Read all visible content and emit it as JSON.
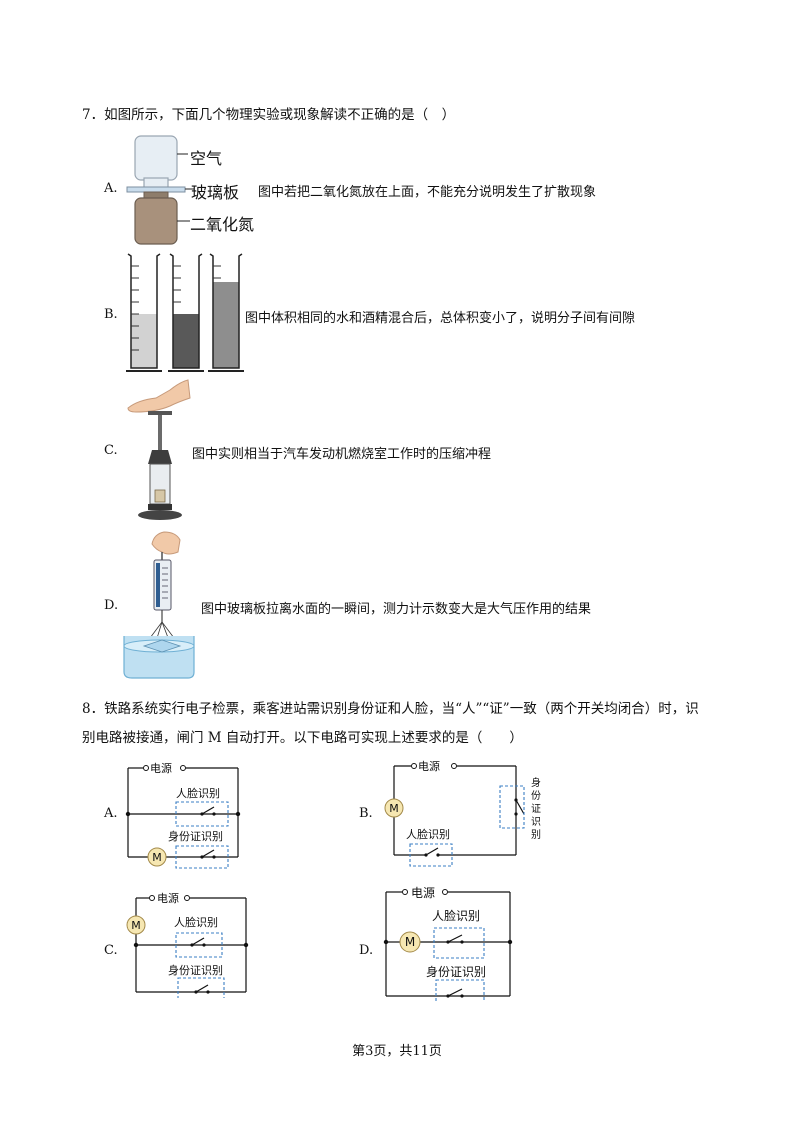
{
  "q7": {
    "stem": "7．如图所示，下面几个物理实验或现象解读不正确的是（　）",
    "options": [
      {
        "letter": "A.",
        "text": "图中若把二氧化氮放在上面，不能充分说明发生了扩散现象"
      },
      {
        "letter": "B.",
        "text": "图中体积相同的水和酒精混合后，总体积变小了，说明分子间有间隙"
      },
      {
        "letter": "C.",
        "text": "图中实则相当于汽车发动机燃烧室工作时的压缩冲程"
      },
      {
        "letter": "D.",
        "text": "图中玻璃板拉离水面的一瞬间，测力计示数变大是大气压作用的结果"
      }
    ],
    "figA_labels": {
      "air": "空气",
      "glass": "玻璃板",
      "no2": "二氧化氮"
    }
  },
  "q8": {
    "stem_line1": "8．铁路系统实行电子检票，乘客进站需识别身份证和人脸，当“人”“证”一致（两个开关均闭合）时，识",
    "stem_line2": "别电路被接通，闸门 M 自动打开。以下电路可实现上述要求的是（　　）",
    "options": [
      "A.",
      "B.",
      "C.",
      "D."
    ],
    "circuit_labels": {
      "power": "电源",
      "face": "人脸识别",
      "id": "身份证识别",
      "motor": "M"
    },
    "b_vertical_label": [
      "身",
      "份",
      "证",
      "识",
      "别"
    ]
  },
  "footer": "第3页，共11页"
}
